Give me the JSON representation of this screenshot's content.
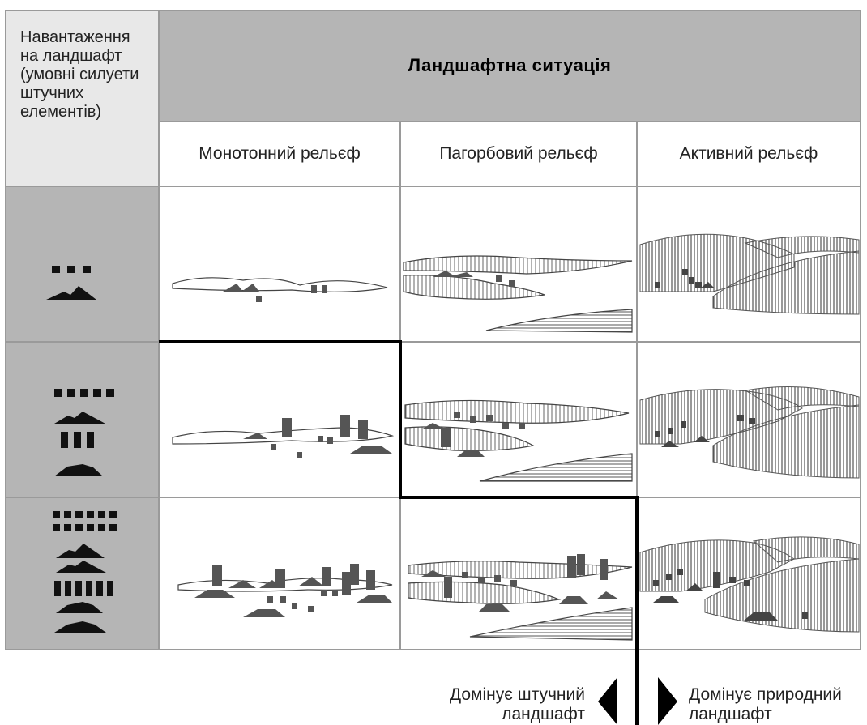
{
  "corner_label": "Навантаження на ландшафт (умовні силуети штучних елементів)",
  "title": "Ландшафтна ситуація",
  "columns": [
    "Монотонний рельєф",
    "Пагорбовий рельєф",
    "Активний рельєф"
  ],
  "legend": {
    "left": "Домінує штучний ландшафт",
    "right": "Домінує природний ландшафт"
  },
  "colors": {
    "header_fill": "#b5b5b5",
    "corner_fill": "#e8e8e8",
    "silhouette": "#333333"
  }
}
